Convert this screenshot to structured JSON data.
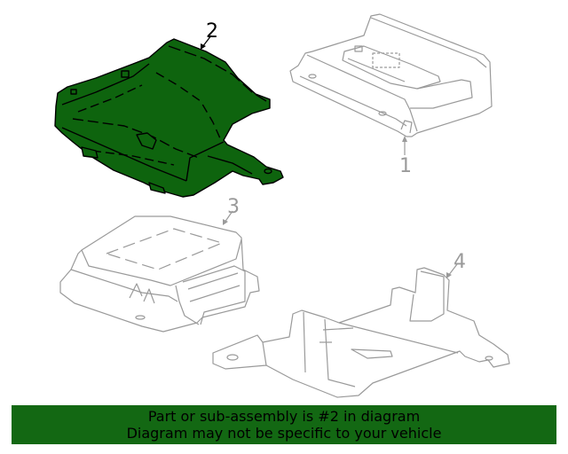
{
  "diagram": {
    "type": "parts exploded diagram",
    "highlight_color": "#0e640e",
    "line_color": "#9a9a9a",
    "highlighted_part": "2",
    "parts": [
      {
        "callout": "1",
        "description": "electronic control module (outline)",
        "highlighted": false
      },
      {
        "callout": "2",
        "description": "module bracket / tray (highlighted green)",
        "highlighted": true
      },
      {
        "callout": "3",
        "description": "control module with connector (outline)",
        "highlighted": false
      },
      {
        "callout": "4",
        "description": "mounting bracket with tab (outline)",
        "highlighted": false
      }
    ]
  },
  "banner": {
    "background": "#136813",
    "line1": "Part or sub-assembly is #2 in diagram",
    "line2": "Diagram may not be specific to your vehicle"
  }
}
